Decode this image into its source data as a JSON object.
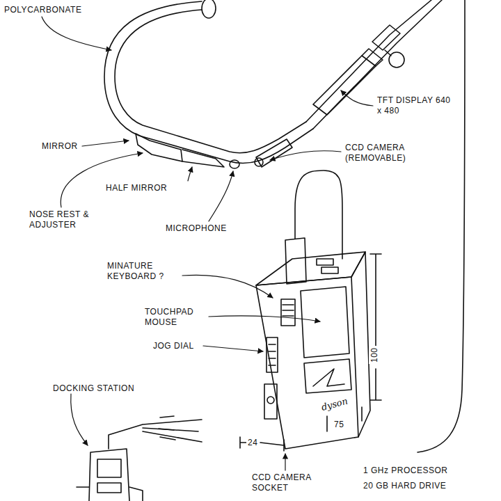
{
  "diagram": {
    "labels": [
      "POLYCARBONATE",
      "TFT DISPLAY 640 x 480",
      "MIRROR",
      "CCD CAMERA (REMOVABLE)",
      "HALF MIRROR",
      "NOSE REST & ADJUSTER",
      "MICROPHONE",
      "MINATURE KEYBOARD ?",
      "TOUCHPAD MOUSE",
      "JOG DIAL",
      "100",
      "24",
      "75",
      "dyson",
      "DOCKING STATION",
      "CCD CAMERA SOCKET",
      "1 GHz PROCESSOR",
      "20 GB HARD DRIVE"
    ]
  }
}
